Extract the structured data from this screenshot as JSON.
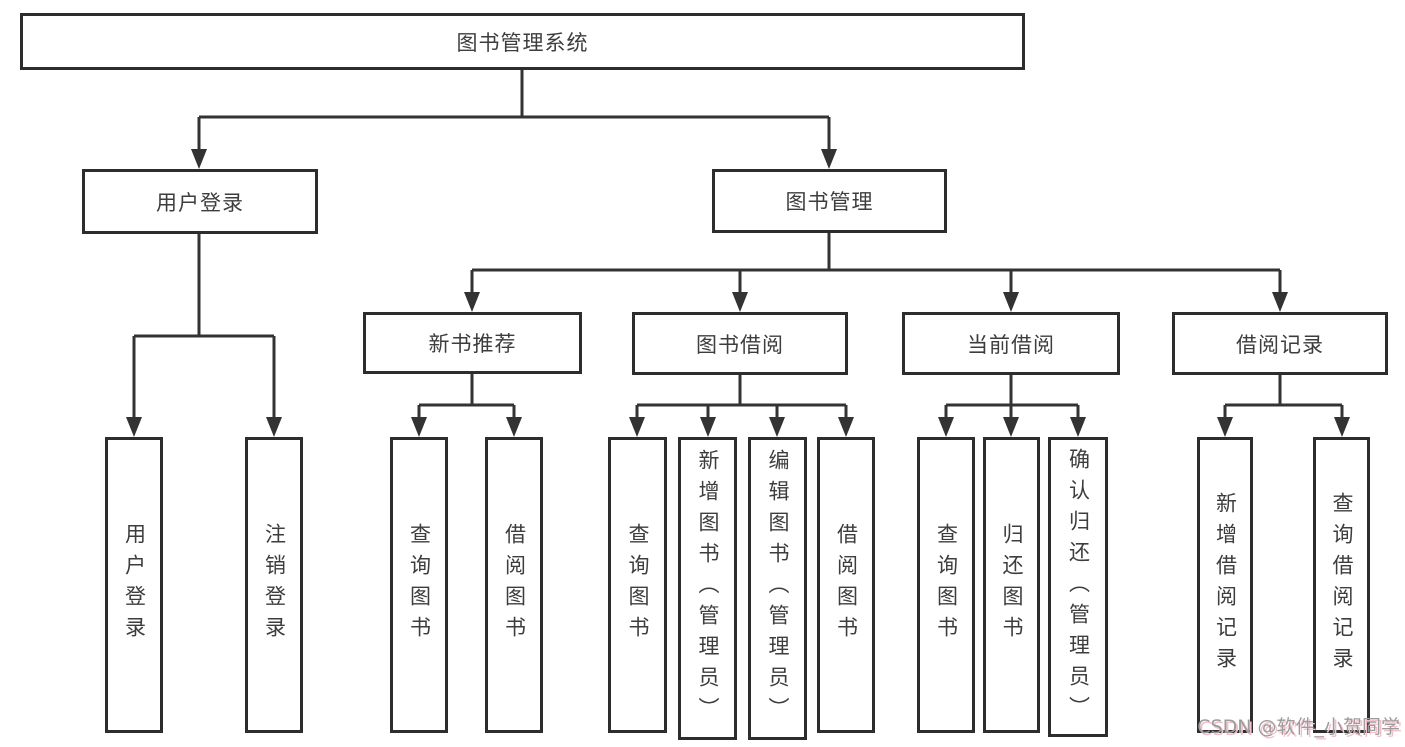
{
  "title": "图书管理系统",
  "watermark": {
    "text": "CSDN @软件_小贺同学"
  },
  "colors": {
    "line": "#333333",
    "border": "#2d2d2d",
    "text": "#3d3d3d",
    "background": "#ffffff",
    "watermark": "#9c9c9c",
    "watermark_shadow": "#f3c0cd"
  },
  "tree": {
    "label": "图书管理系统",
    "children": [
      {
        "label": "用户登录",
        "children": [
          {
            "label": "用户登录"
          },
          {
            "label": "注销登录"
          }
        ]
      },
      {
        "label": "图书管理",
        "children": [
          {
            "label": "新书推荐",
            "children": [
              {
                "label": "查询图书"
              },
              {
                "label": "借阅图书"
              }
            ]
          },
          {
            "label": "图书借阅",
            "children": [
              {
                "label": "查询图书"
              },
              {
                "label": "新增图书（管理员）"
              },
              {
                "label": "编辑图书（管理员）"
              },
              {
                "label": "借阅图书"
              }
            ]
          },
          {
            "label": "当前借阅",
            "children": [
              {
                "label": "查询图书"
              },
              {
                "label": "归还图书"
              },
              {
                "label": "确认归还（管理员）"
              }
            ]
          },
          {
            "label": "借阅记录",
            "children": [
              {
                "label": "新增借阅记录"
              },
              {
                "label": "查询借阅记录"
              }
            ]
          }
        ]
      }
    ]
  }
}
